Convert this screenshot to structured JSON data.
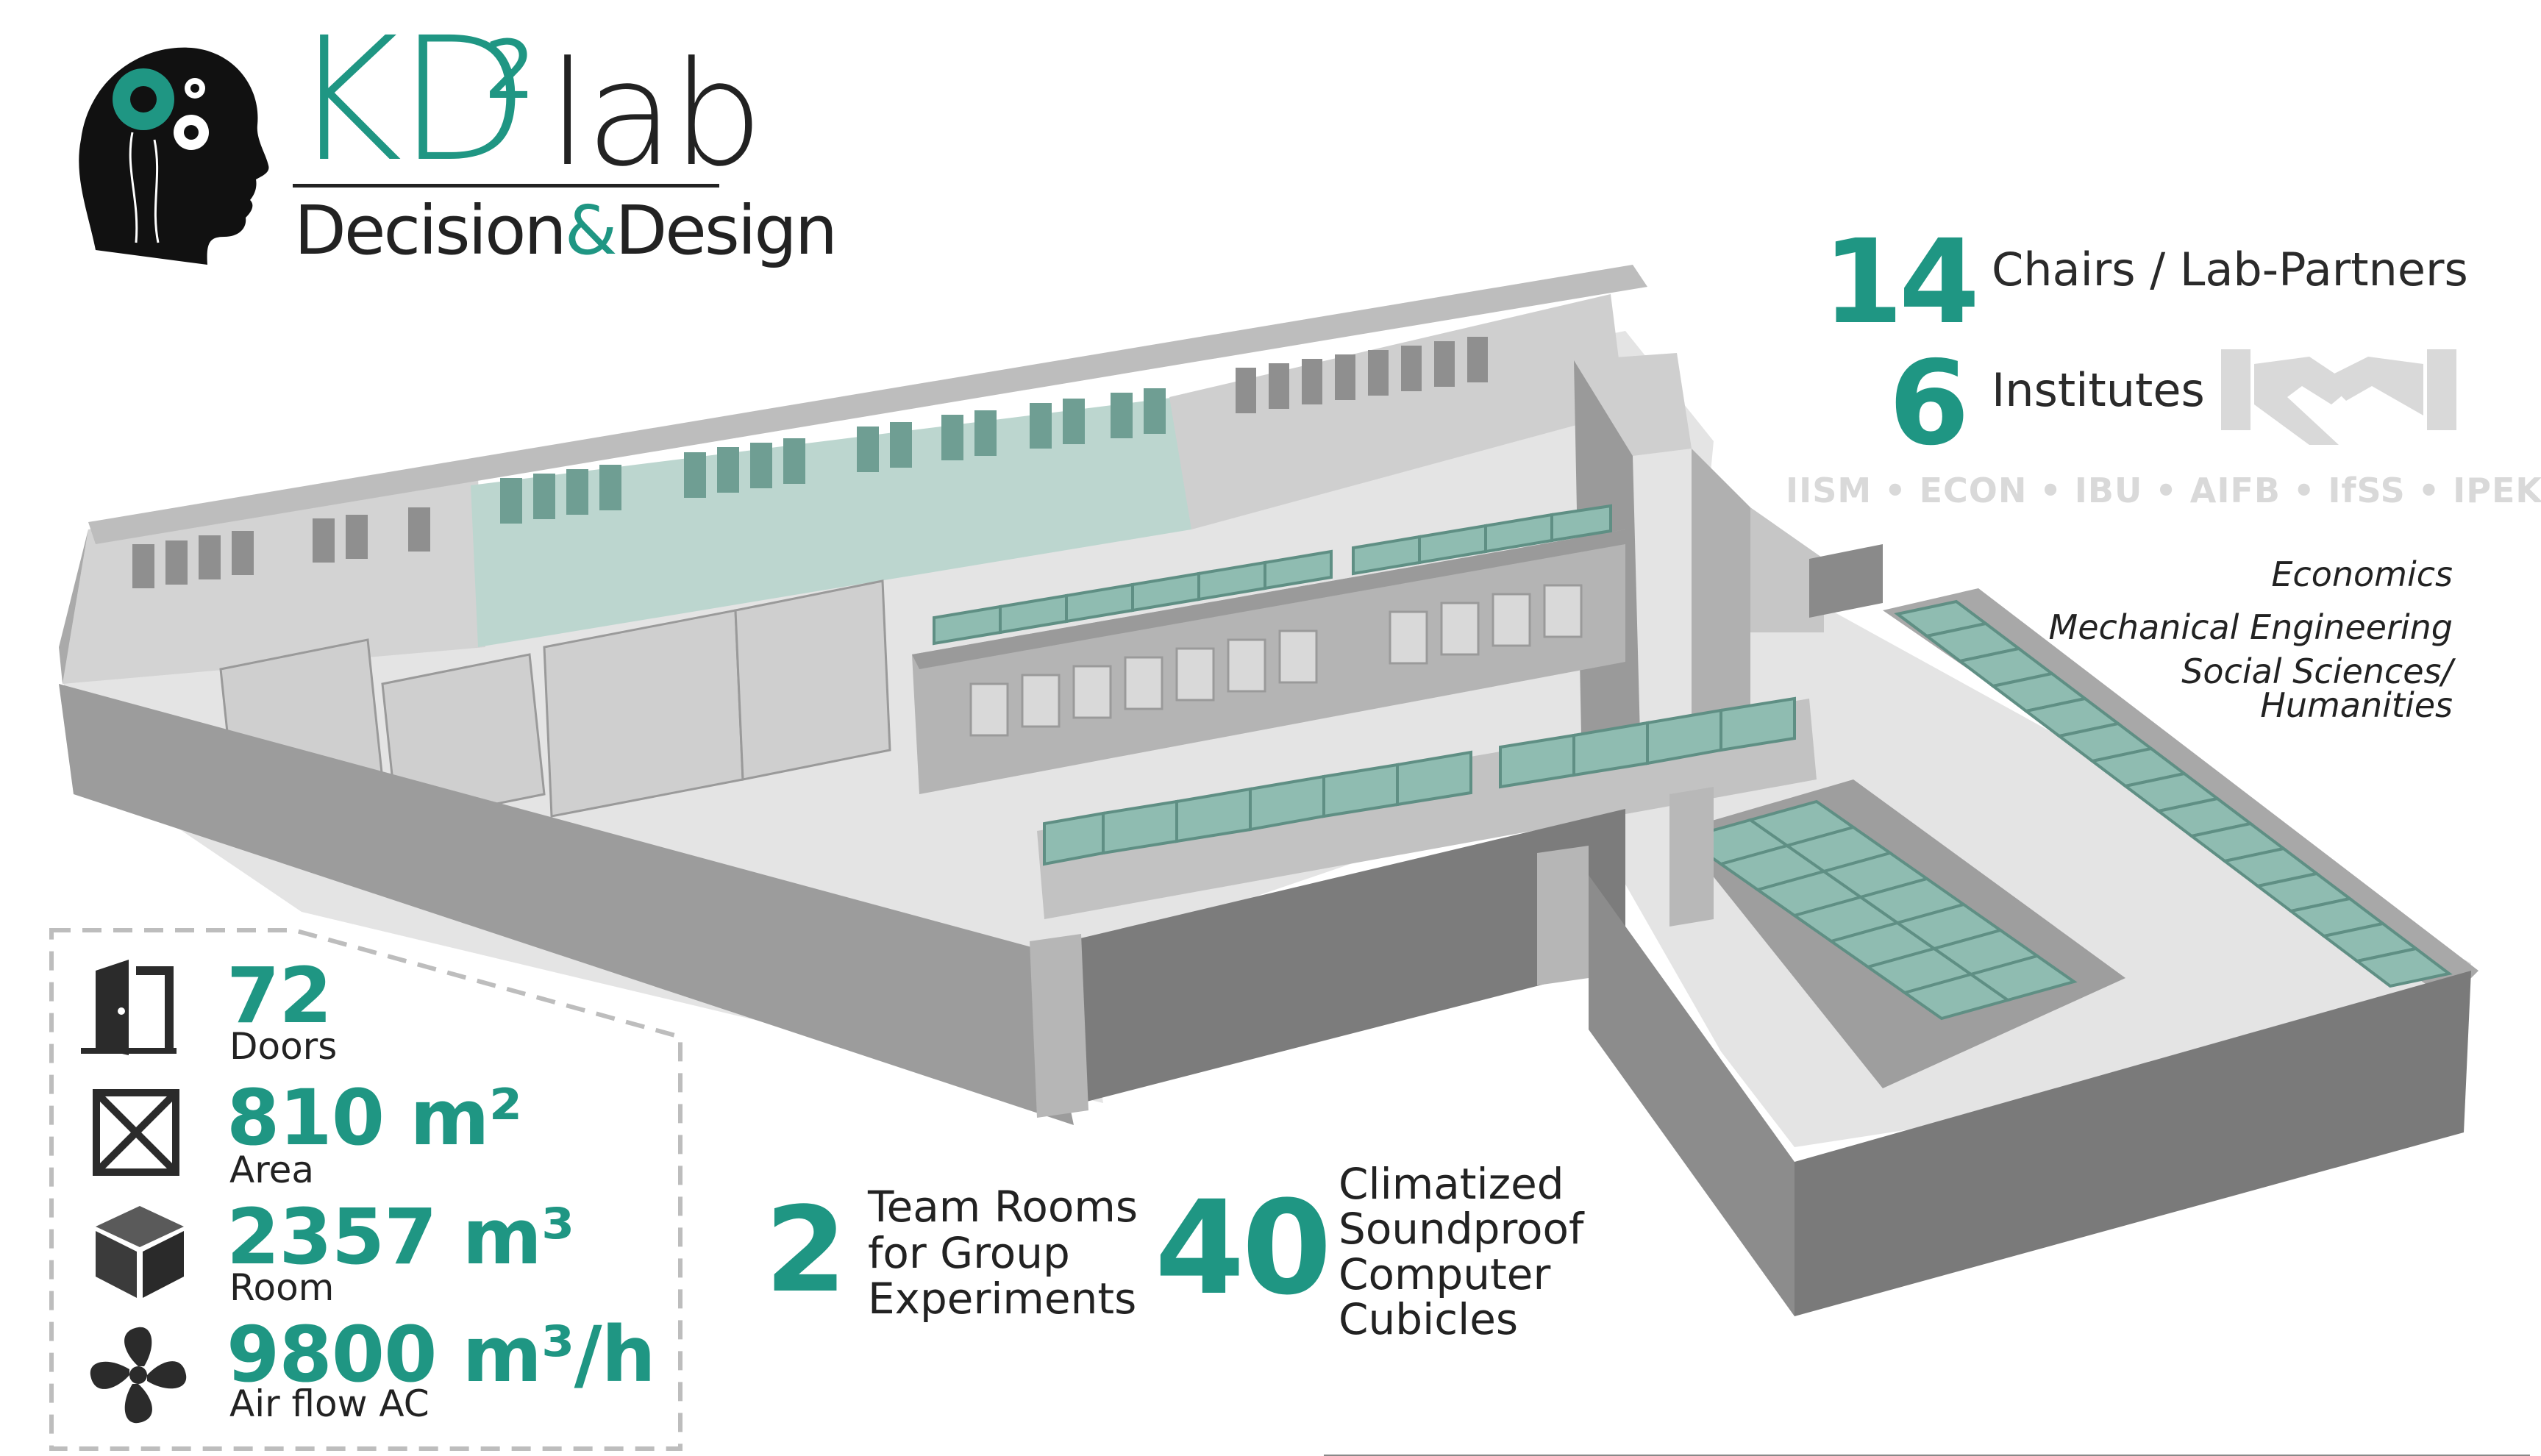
{
  "logo": {
    "kd": "KD",
    "sup": "2",
    "lab": "lab",
    "tag_1": "Decision",
    "tag_amp": "&",
    "tag_2": "Design"
  },
  "partners": {
    "chairs_number": "14",
    "chairs_label": "Chairs / Lab-Partners",
    "institutes_number": "6",
    "institutes_label": "Institutes",
    "institutes_list": "IISM • ECON • IBU • AIFB • IfSS • IPEK"
  },
  "disciplines": {
    "economics": "Economics",
    "mechanical": "Mechanical Engineering",
    "social_1": "Social Sciences/",
    "social_2": "Humanities"
  },
  "facts": {
    "doors_value": "72",
    "doors_label": "Doors",
    "area_value": "810 m²",
    "area_label": "Area",
    "room_value": "2357 m³",
    "room_label": "Room",
    "airflow_value": "9800 m³/h",
    "airflow_label": "Air flow AC"
  },
  "team_rooms": {
    "number": "2",
    "line_1": "Team Rooms",
    "line_2": "for Group",
    "line_3": "Experiments"
  },
  "cubicles": {
    "number": "40",
    "line_1": "Climatized",
    "line_2": "Soundproof",
    "line_3": "Computer",
    "line_4": "Cubicles"
  },
  "colors": {
    "brand_teal": "#1f9683",
    "cubicle_fill": "#8fbcb1",
    "wall_light": "#c8c8c8",
    "wall_dark": "#8a8a8a",
    "floor": "#e6e6e6"
  },
  "icons": [
    "brain-gears-icon",
    "handshake-icon",
    "door-icon",
    "area-icon",
    "cube-icon",
    "fan-icon"
  ]
}
